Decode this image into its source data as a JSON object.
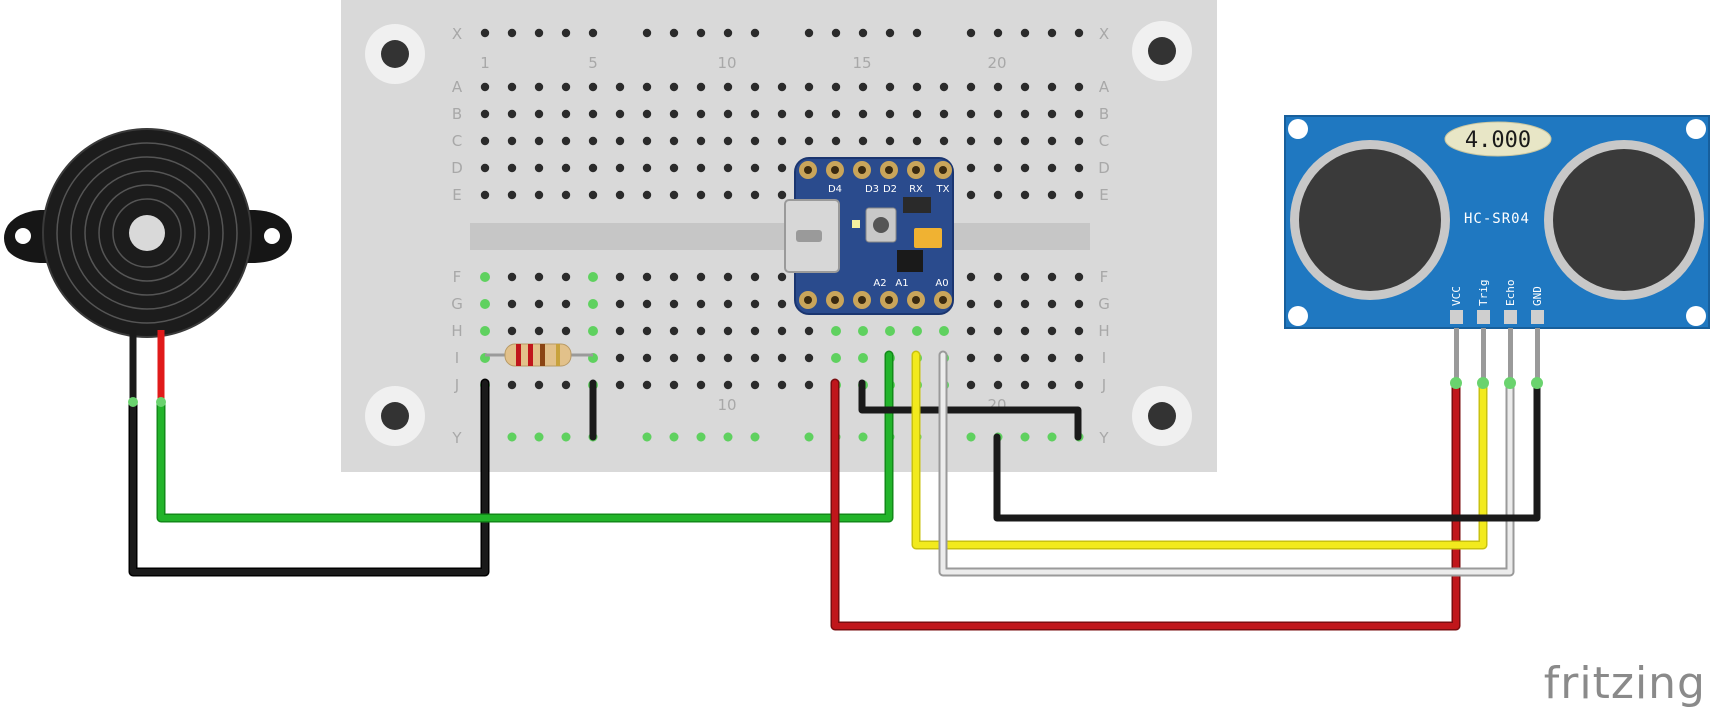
{
  "breadboard": {
    "rail_top_label": "X",
    "rail_bottom_label": "Y",
    "row_labels_top": [
      "A",
      "B",
      "C",
      "D",
      "E"
    ],
    "row_labels_bottom": [
      "F",
      "G",
      "H",
      "I",
      "J"
    ],
    "column_numbers_top": [
      "1",
      "5",
      "10",
      "15",
      "20"
    ],
    "column_numbers_bottom": [
      "10",
      "20"
    ]
  },
  "microcontroller": {
    "top_pin_labels": [
      "D4",
      "D3",
      "D2",
      "RX",
      "TX"
    ],
    "bottom_pin_labels": [
      "A2",
      "A1",
      "A0"
    ]
  },
  "sensor": {
    "model": "HC-SR04",
    "display": "4.000",
    "pins": [
      "VCC",
      "Trig",
      "Echo",
      "GND"
    ],
    "color": "#1f78c1"
  },
  "wire_colors": {
    "black": "#1a1a1a",
    "green": "#22b42a",
    "red": "#c0161b",
    "yellow": "#f2ea1d",
    "white": "#e6e6e6"
  },
  "brand": "fritzing"
}
